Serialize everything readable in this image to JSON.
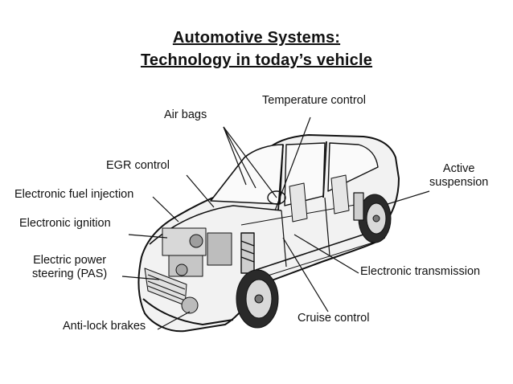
{
  "title": {
    "line1": "Automotive Systems:",
    "line2": "Technology in today’s vehicle"
  },
  "labels": {
    "air_bags": "Air bags",
    "temperature_control": "Temperature control",
    "egr_control": "EGR control",
    "electronic_fuel_injection": "Electronic fuel injection",
    "electronic_ignition": "Electronic ignition",
    "electric_power_steering_line1": "Electric power",
    "electric_power_steering_line2": "steering (PAS)",
    "anti_lock_brakes": "Anti-lock brakes",
    "active_suspension_line1": "Active",
    "active_suspension_line2": "suspension",
    "electronic_transmission": "Electronic transmission",
    "cruise_control": "Cruise control"
  }
}
